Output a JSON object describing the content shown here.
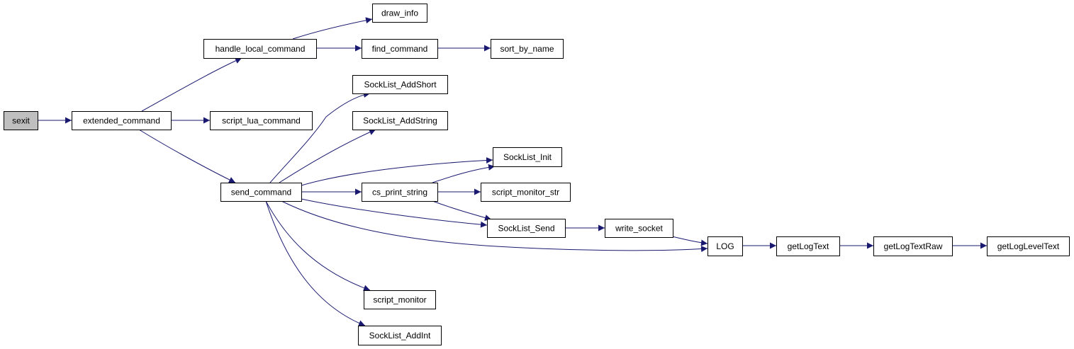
{
  "graph": {
    "type": "call-graph",
    "edge_color": "#191970",
    "root_fill": "#bfbfbf",
    "nodes": [
      {
        "id": "sexit",
        "label": "sexit"
      },
      {
        "id": "extended_command",
        "label": "extended_command"
      },
      {
        "id": "handle_local_command",
        "label": "handle_local_command"
      },
      {
        "id": "draw_info",
        "label": "draw_info"
      },
      {
        "id": "find_command",
        "label": "find_command"
      },
      {
        "id": "sort_by_name",
        "label": "sort_by_name"
      },
      {
        "id": "script_lua_command",
        "label": "script_lua_command"
      },
      {
        "id": "send_command",
        "label": "send_command"
      },
      {
        "id": "SockList_AddShort",
        "label": "SockList_AddShort"
      },
      {
        "id": "SockList_AddString",
        "label": "SockList_AddString"
      },
      {
        "id": "SockList_Init",
        "label": "SockList_Init"
      },
      {
        "id": "cs_print_string",
        "label": "cs_print_string"
      },
      {
        "id": "script_monitor_str",
        "label": "script_monitor_str"
      },
      {
        "id": "SockList_Send",
        "label": "SockList_Send"
      },
      {
        "id": "write_socket",
        "label": "write_socket"
      },
      {
        "id": "LOG",
        "label": "LOG"
      },
      {
        "id": "getLogText",
        "label": "getLogText"
      },
      {
        "id": "getLogTextRaw",
        "label": "getLogTextRaw"
      },
      {
        "id": "getLogLevelText",
        "label": "getLogLevelText"
      },
      {
        "id": "script_monitor",
        "label": "script_monitor"
      },
      {
        "id": "SockList_AddInt",
        "label": "SockList_AddInt"
      }
    ],
    "edges": [
      {
        "from": "sexit",
        "to": "extended_command"
      },
      {
        "from": "extended_command",
        "to": "handle_local_command"
      },
      {
        "from": "extended_command",
        "to": "script_lua_command"
      },
      {
        "from": "extended_command",
        "to": "send_command"
      },
      {
        "from": "handle_local_command",
        "to": "draw_info"
      },
      {
        "from": "handle_local_command",
        "to": "find_command"
      },
      {
        "from": "find_command",
        "to": "sort_by_name"
      },
      {
        "from": "send_command",
        "to": "SockList_AddShort"
      },
      {
        "from": "send_command",
        "to": "SockList_AddString"
      },
      {
        "from": "send_command",
        "to": "SockList_Init"
      },
      {
        "from": "send_command",
        "to": "cs_print_string"
      },
      {
        "from": "send_command",
        "to": "SockList_Send"
      },
      {
        "from": "send_command",
        "to": "LOG"
      },
      {
        "from": "send_command",
        "to": "script_monitor"
      },
      {
        "from": "send_command",
        "to": "SockList_AddInt"
      },
      {
        "from": "cs_print_string",
        "to": "SockList_Init"
      },
      {
        "from": "cs_print_string",
        "to": "script_monitor_str"
      },
      {
        "from": "cs_print_string",
        "to": "SockList_Send"
      },
      {
        "from": "SockList_Send",
        "to": "write_socket"
      },
      {
        "from": "write_socket",
        "to": "LOG"
      },
      {
        "from": "LOG",
        "to": "getLogText"
      },
      {
        "from": "getLogText",
        "to": "getLogTextRaw"
      },
      {
        "from": "getLogTextRaw",
        "to": "getLogLevelText"
      }
    ]
  }
}
